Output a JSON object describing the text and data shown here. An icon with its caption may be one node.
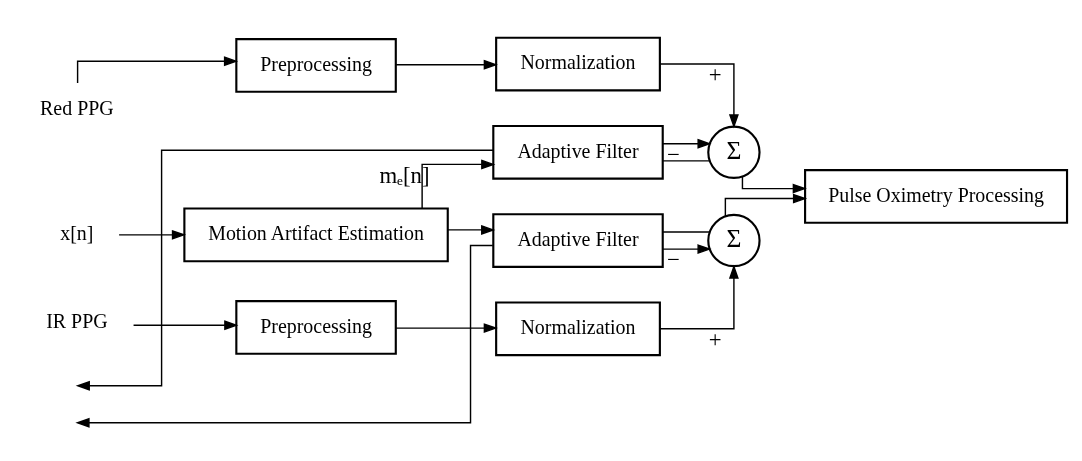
{
  "diagram": {
    "nodes": [
      {
        "text": [
          "Red PPG"
        ]
      },
      {
        "text": [
          "Preprocessing"
        ]
      },
      {
        "text": [
          "Normalization"
        ]
      },
      {
        "text": [
          "Σ"
        ]
      },
      {
        "text": [
          "x[n]"
        ]
      },
      {
        "text": [
          "Motion Artifact Estimation"
        ]
      },
      {
        "text": [
          "Adaptive Filter"
        ]
      },
      {
        "text": [
          "Adaptive Filter"
        ]
      },
      {
        "text": [
          "Pulse Oximetry Processing"
        ]
      },
      {
        "text": [
          "IR PPG"
        ]
      },
      {
        "text": [
          "Preprocessing"
        ]
      },
      {
        "text": [
          "Normalization"
        ]
      },
      {
        "text": [
          "Σ"
        ]
      }
    ],
    "edges": [
      {
        "from": 0,
        "to": 1,
        "arrow": "to"
      },
      {
        "from": 1,
        "to": 2,
        "arrow": "to"
      },
      {
        "from": 2,
        "to": 3,
        "arrow": "to",
        "label": "+"
      },
      {
        "from": 4,
        "to": 5,
        "arrow": "to"
      },
      {
        "from": 5,
        "to": 6,
        "arrow": "to",
        "label": "mₑ[n]"
      },
      {
        "from": 5,
        "to": 7,
        "arrow": "to"
      },
      {
        "from": 6,
        "to": 3,
        "arrow": "to",
        "label": "−"
      },
      {
        "from": 3,
        "to": 6,
        "arrow": "none"
      },
      {
        "from": 6,
        "to": null,
        "arrow": "to"
      },
      {
        "from": 3,
        "to": 8,
        "arrow": "to"
      },
      {
        "from": 9,
        "to": 10,
        "arrow": "to"
      },
      {
        "from": 10,
        "to": 11,
        "arrow": "to"
      },
      {
        "from": 11,
        "to": 12,
        "arrow": "to",
        "label": "+"
      },
      {
        "from": 7,
        "to": 12,
        "arrow": "to",
        "label": "−"
      },
      {
        "from": 12,
        "to": 7,
        "arrow": "none"
      },
      {
        "from": 7,
        "to": null,
        "arrow": "to"
      },
      {
        "from": 12,
        "to": 8,
        "arrow": "to"
      }
    ]
  }
}
